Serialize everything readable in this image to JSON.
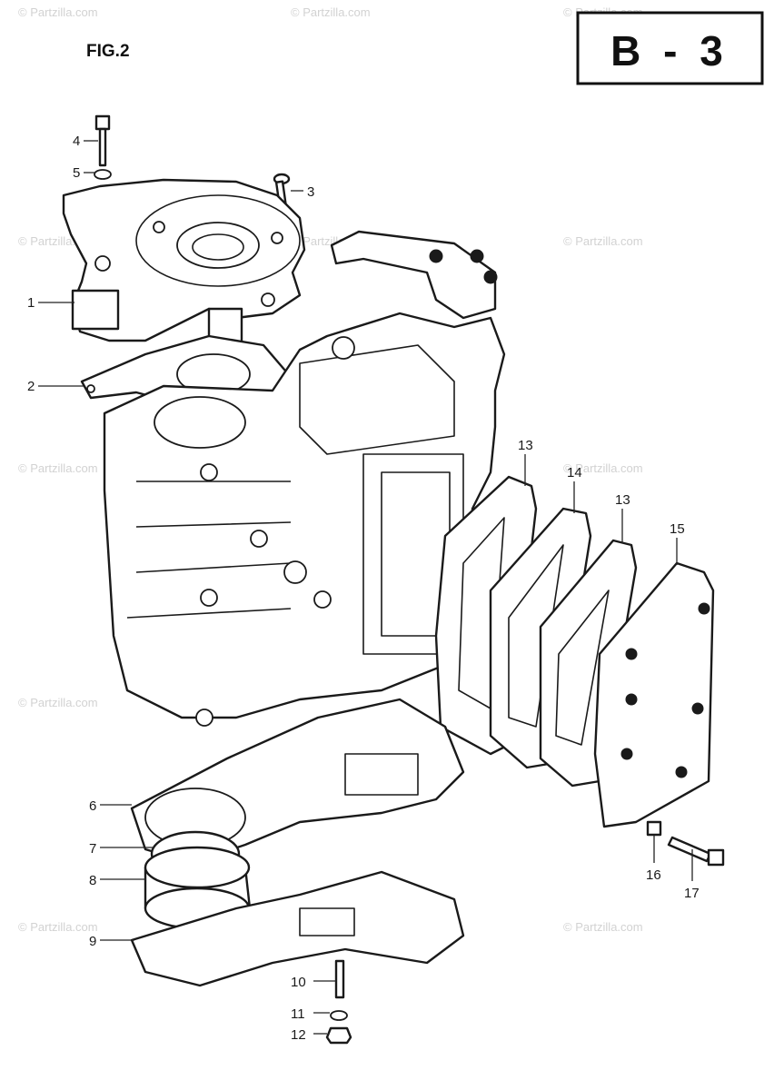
{
  "figure_label": "FIG.2",
  "section_code": "B - 3",
  "watermark": "© Partzilla.com",
  "callouts": [
    {
      "id": "1",
      "label": "1"
    },
    {
      "id": "2",
      "label": "2"
    },
    {
      "id": "3",
      "label": "3"
    },
    {
      "id": "4",
      "label": "4"
    },
    {
      "id": "5",
      "label": "5"
    },
    {
      "id": "6",
      "label": "6"
    },
    {
      "id": "7",
      "label": "7"
    },
    {
      "id": "8",
      "label": "8"
    },
    {
      "id": "9",
      "label": "9"
    },
    {
      "id": "10",
      "label": "10"
    },
    {
      "id": "11",
      "label": "11"
    },
    {
      "id": "12",
      "label": "12"
    },
    {
      "id": "13a",
      "label": "13"
    },
    {
      "id": "14",
      "label": "14"
    },
    {
      "id": "13b",
      "label": "13"
    },
    {
      "id": "15",
      "label": "15"
    },
    {
      "id": "16",
      "label": "16"
    },
    {
      "id": "17",
      "label": "17"
    }
  ]
}
